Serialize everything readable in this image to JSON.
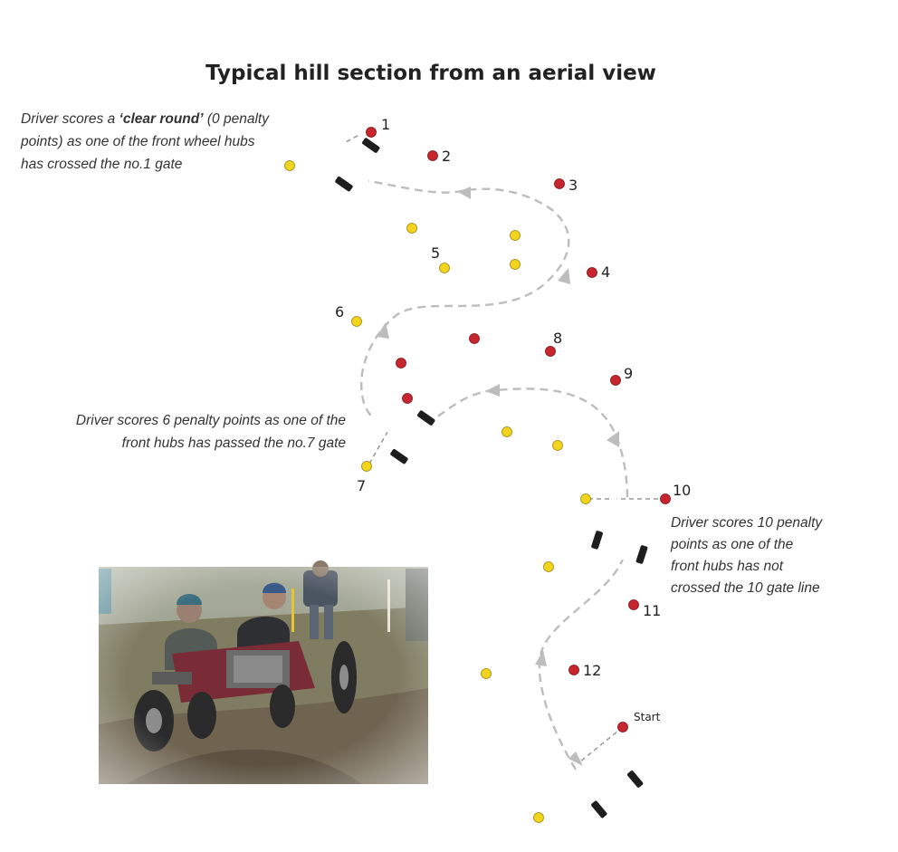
{
  "title": "Typical hill section from an aerial view",
  "annotations": {
    "clear_round": {
      "line1_pre": "Driver scores a ",
      "line1_bold": "‘clear round’",
      "line1_post": " (0 penalty",
      "line2": "points) as one of the front wheel hubs",
      "line3": "has crossed the no.1 gate"
    },
    "six_penalty": {
      "line1": "Driver scores 6 penalty points as one of the",
      "line2": "front hubs has passed the no.7 gate"
    },
    "ten_penalty": {
      "line1": "Driver scores 10 penalty",
      "line2": "points as one of the",
      "line3": "front hubs has not",
      "line4": "crossed the 10 gate line"
    }
  },
  "gates": [
    "1",
    "2",
    "3",
    "4",
    "5",
    "6",
    "7",
    "8",
    "9",
    "10",
    "11",
    "12"
  ],
  "start_label": "Start",
  "colors": {
    "red_marker": "#c8262e",
    "yellow_marker": "#f2d41c",
    "dashed_path": "#bdbdbd"
  }
}
